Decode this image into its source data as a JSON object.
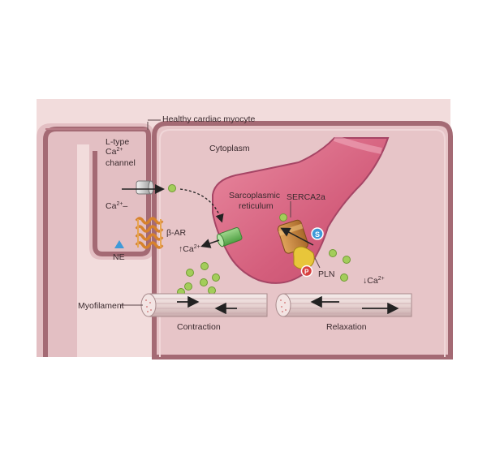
{
  "labels": {
    "title": "Healthy cardiac myocyte",
    "cytoplasm": "Cytoplasm",
    "l_type_line1": "L-type",
    "l_type_line2": "Ca",
    "l_type_sup": "2+",
    "l_type_line3": "channel",
    "ca_ion": "Ca",
    "ca_sup": "2+",
    "ca_ion_suffix": "–",
    "beta_ar": "β-AR",
    "ne": "NE",
    "up_ca": "↑Ca",
    "up_ca_sup": "2+",
    "sr_line1": "Sarcoplasmic",
    "sr_line2": "reticulum",
    "serca2a": "SERCA2a",
    "pln": "PLN",
    "down_ca": "↓Ca",
    "down_ca_sup": "2+",
    "myofilament": "Myofilament",
    "contraction": "Contraction",
    "relaxation": "Relaxation",
    "s_badge": "S",
    "p_badge": "P"
  },
  "colors": {
    "panel_bg": "#f2dcdc",
    "cell_fill": "#e3bfc3",
    "cell_border": "#a46a74",
    "sr_fill": "#d9627f",
    "calcium": "#a3cd5a",
    "serca": "#c98637",
    "pln": "#e8c63a",
    "beta_ar": "#e49a3e",
    "blue_badge": "#3f9ad8",
    "red_badge": "#d8403f",
    "green_channel": "#6bbb5b"
  }
}
